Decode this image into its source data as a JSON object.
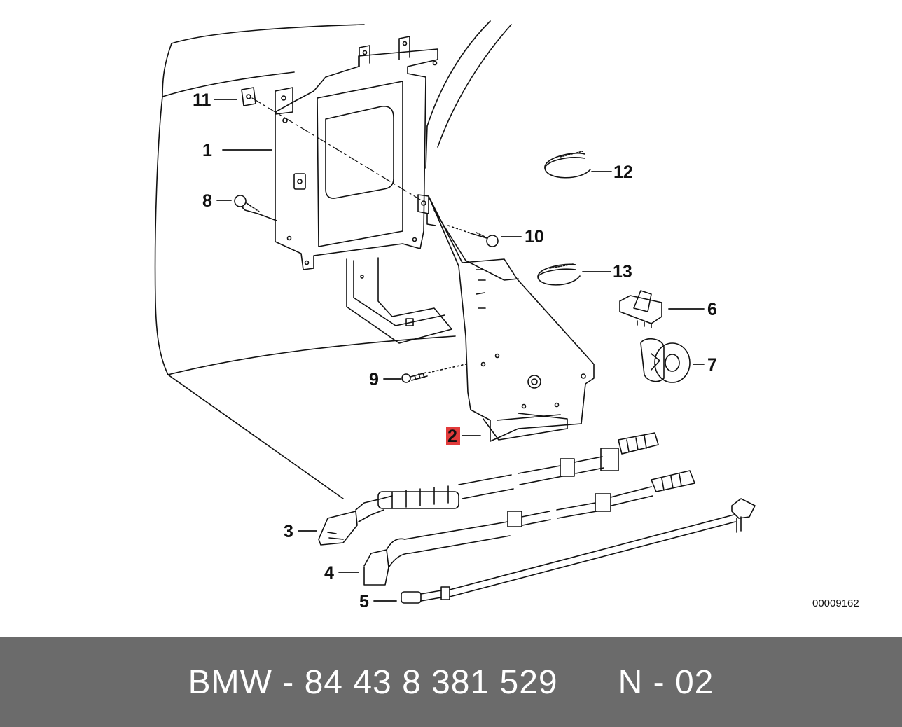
{
  "diagram": {
    "callouts": {
      "c1": "1",
      "c2": "2",
      "c3": "3",
      "c4": "4",
      "c5": "5",
      "c6": "6",
      "c7": "7",
      "c8": "8",
      "c9": "9",
      "c10": "10",
      "c11": "11",
      "c12": "12",
      "c13": "13"
    },
    "highlighted_callout": "2",
    "highlight_color": "#e23b3b",
    "drawing_code": "00009162"
  },
  "footer": {
    "brand": "BMW",
    "part_number": "84 43 8 381 529",
    "diagram_ref": "N - 02",
    "background": "#6b6b6b",
    "text_color": "#ffffff"
  }
}
